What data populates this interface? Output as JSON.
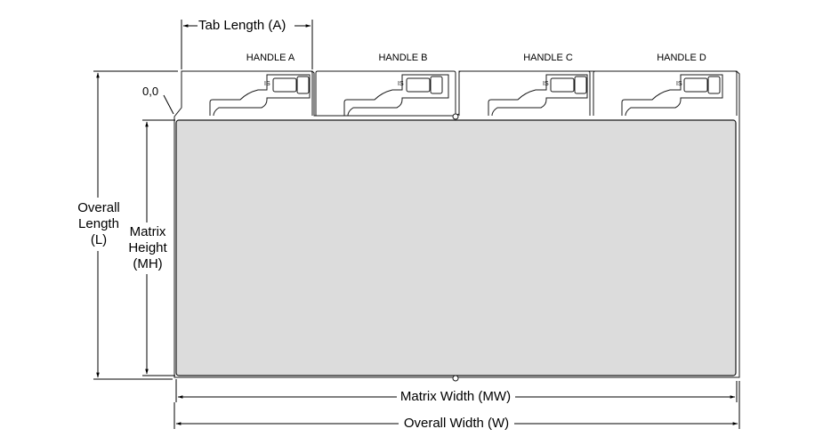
{
  "labels": {
    "tab_length": "Tab Length (A)",
    "origin": "0,0",
    "overall_length": [
      "Overall",
      "Length",
      "(L)"
    ],
    "matrix_height": [
      "Matrix",
      "Height",
      "(MH)"
    ],
    "matrix_width": "Matrix Width (MW)",
    "overall_width": "Overall Width (W)"
  },
  "handles": [
    {
      "label": "HANDLE A",
      "tab_text": "IS"
    },
    {
      "label": "HANDLE B",
      "tab_text": "IS"
    },
    {
      "label": "HANDLE C",
      "tab_text": "IS"
    },
    {
      "label": "HANDLE D",
      "tab_text": "IS"
    }
  ],
  "colors": {
    "matrix_fill": "#dcdcdc",
    "stroke": "#1a1a1a"
  }
}
